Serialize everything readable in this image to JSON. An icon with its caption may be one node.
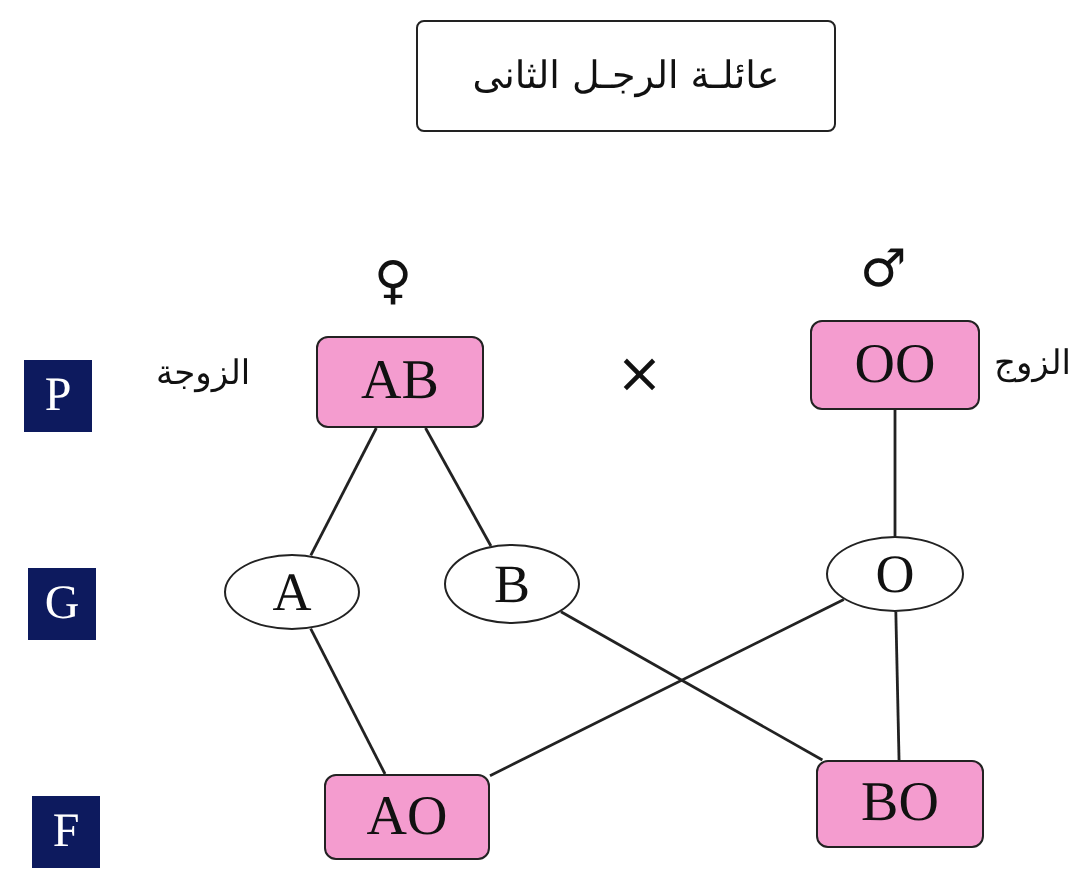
{
  "diagram": {
    "title": "عائلـة الرجـل الثانى",
    "nodes": [
      {
        "text": [
          "AB"
        ],
        "beside": [
          "♀",
          "الزوجة"
        ]
      },
      {
        "text": [
          "OO"
        ],
        "beside": [
          "♂",
          "الزوج"
        ]
      },
      {
        "text": [
          "A"
        ]
      },
      {
        "text": [
          "B"
        ]
      },
      {
        "text": [
          "O"
        ]
      },
      {
        "text": [
          "AO"
        ]
      },
      {
        "text": [
          "BO"
        ]
      }
    ],
    "edges": [
      {
        "from": 0,
        "to": 2,
        "arrow": "none"
      },
      {
        "from": 0,
        "to": 3,
        "arrow": "none"
      },
      {
        "from": 1,
        "to": 4,
        "arrow": "none"
      },
      {
        "from": 2,
        "to": 5,
        "arrow": "none"
      },
      {
        "from": 3,
        "to": 6,
        "arrow": "none"
      },
      {
        "from": 4,
        "to": 5,
        "arrow": "none"
      },
      {
        "from": 4,
        "to": 6,
        "arrow": "none"
      }
    ],
    "labels": [
      "P",
      "×",
      "G",
      "F"
    ]
  }
}
